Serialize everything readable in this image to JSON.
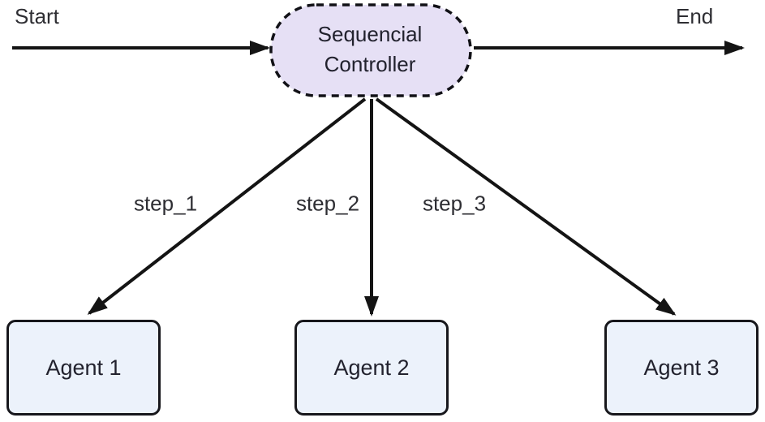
{
  "diagram": {
    "start_label": "Start",
    "end_label": "End",
    "controller": {
      "lines": [
        "Sequencial",
        "Controller"
      ]
    },
    "steps": [
      {
        "label": "step_1"
      },
      {
        "label": "step_2"
      },
      {
        "label": "step_3"
      }
    ],
    "agents": [
      {
        "label": "Agent 1"
      },
      {
        "label": "Agent 2"
      },
      {
        "label": "Agent 3"
      }
    ],
    "colors": {
      "arrow": "#141414",
      "controller_fill": "#e6e0f5",
      "controller_border": "#111116",
      "agent_fill": "#ecf2fb",
      "agent_border": "#17171c",
      "node_text": "#22222e",
      "label_text": "#2e2e33"
    }
  }
}
